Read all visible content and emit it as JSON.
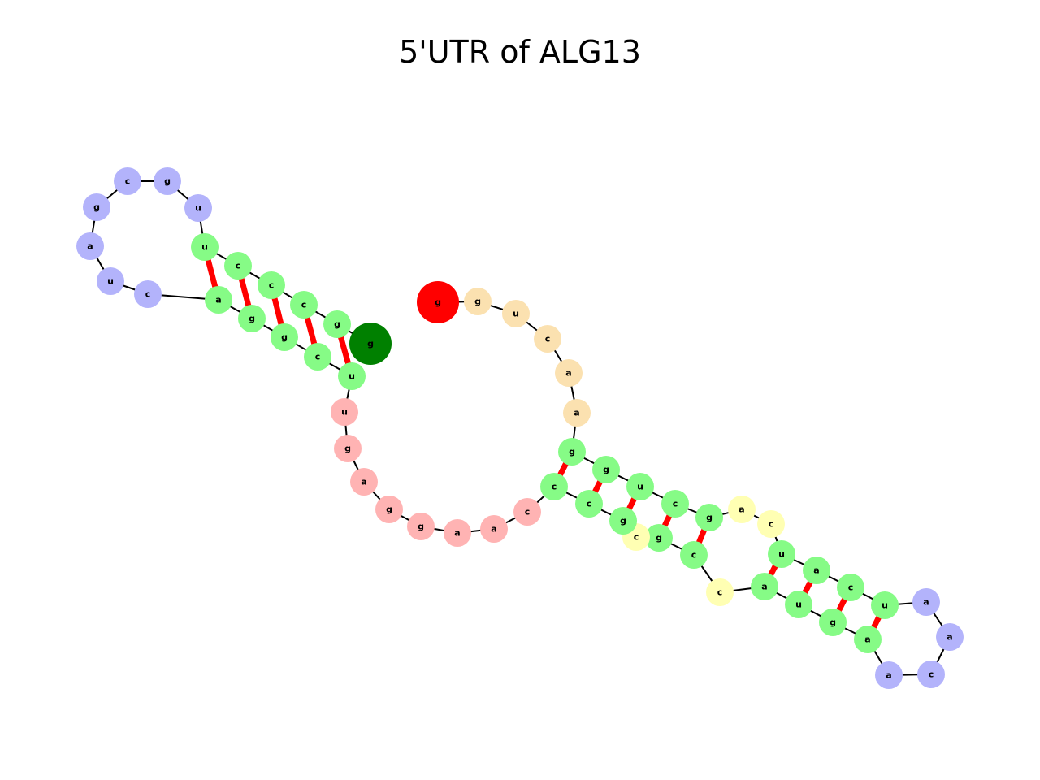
{
  "title": "5'UTR of ALG13",
  "colors": {
    "start": "#ff0000",
    "end": "#008000",
    "five_prime": "#fbe1b0",
    "stem": "#86fb86",
    "hairpin": "#b3b3fb",
    "interior": "#ffffb3",
    "multiloop": "#ffb3b3",
    "backbone": "#000000",
    "pair": "#ff0000"
  },
  "nucleotides": [
    {
      "base": "g",
      "type": "start"
    },
    {
      "base": "g",
      "type": "five_prime"
    },
    {
      "base": "u",
      "type": "five_prime"
    },
    {
      "base": "c",
      "type": "five_prime"
    },
    {
      "base": "a",
      "type": "five_prime"
    },
    {
      "base": "a",
      "type": "five_prime"
    },
    {
      "base": "g",
      "type": "stem"
    },
    {
      "base": "g",
      "type": "stem"
    },
    {
      "base": "u",
      "type": "stem"
    },
    {
      "base": "c",
      "type": "stem"
    },
    {
      "base": "g",
      "type": "stem"
    },
    {
      "base": "a",
      "type": "interior"
    },
    {
      "base": "c",
      "type": "interior"
    },
    {
      "base": "u",
      "type": "stem"
    },
    {
      "base": "a",
      "type": "stem"
    },
    {
      "base": "c",
      "type": "stem"
    },
    {
      "base": "u",
      "type": "stem"
    },
    {
      "base": "a",
      "type": "hairpin"
    },
    {
      "base": "a",
      "type": "hairpin"
    },
    {
      "base": "c",
      "type": "hairpin"
    },
    {
      "base": "a",
      "type": "hairpin"
    },
    {
      "base": "a",
      "type": "stem"
    },
    {
      "base": "g",
      "type": "stem"
    },
    {
      "base": "u",
      "type": "stem"
    },
    {
      "base": "a",
      "type": "stem"
    },
    {
      "base": "c",
      "type": "interior"
    },
    {
      "base": "c",
      "type": "stem"
    },
    {
      "base": "g",
      "type": "stem"
    },
    {
      "base": "c",
      "type": "interior"
    },
    {
      "base": "g",
      "type": "stem"
    },
    {
      "base": "c",
      "type": "stem"
    },
    {
      "base": "c",
      "type": "stem"
    },
    {
      "base": "c",
      "type": "multiloop"
    },
    {
      "base": "a",
      "type": "multiloop"
    },
    {
      "base": "a",
      "type": "multiloop"
    },
    {
      "base": "g",
      "type": "multiloop"
    },
    {
      "base": "g",
      "type": "multiloop"
    },
    {
      "base": "a",
      "type": "multiloop"
    },
    {
      "base": "g",
      "type": "multiloop"
    },
    {
      "base": "u",
      "type": "multiloop"
    },
    {
      "base": "u",
      "type": "stem"
    },
    {
      "base": "c",
      "type": "stem"
    },
    {
      "base": "g",
      "type": "stem"
    },
    {
      "base": "g",
      "type": "stem"
    },
    {
      "base": "a",
      "type": "stem"
    },
    {
      "base": "c",
      "type": "hairpin"
    },
    {
      "base": "u",
      "type": "hairpin"
    },
    {
      "base": "a",
      "type": "hairpin"
    },
    {
      "base": "g",
      "type": "hairpin"
    },
    {
      "base": "c",
      "type": "hairpin"
    },
    {
      "base": "g",
      "type": "hairpin"
    },
    {
      "base": "u",
      "type": "hairpin"
    },
    {
      "base": "u",
      "type": "stem"
    },
    {
      "base": "c",
      "type": "stem"
    },
    {
      "base": "c",
      "type": "stem"
    },
    {
      "base": "c",
      "type": "stem"
    },
    {
      "base": "g",
      "type": "stem"
    },
    {
      "base": "g",
      "type": "end"
    }
  ],
  "pairs": [
    [
      6,
      31
    ],
    [
      7,
      30
    ],
    [
      8,
      29
    ],
    [
      9,
      27
    ],
    [
      10,
      26
    ],
    [
      13,
      24
    ],
    [
      14,
      23
    ],
    [
      15,
      22
    ],
    [
      16,
      21
    ],
    [
      40,
      56
    ],
    [
      41,
      55
    ],
    [
      42,
      54
    ],
    [
      43,
      53
    ],
    [
      44,
      52
    ]
  ]
}
